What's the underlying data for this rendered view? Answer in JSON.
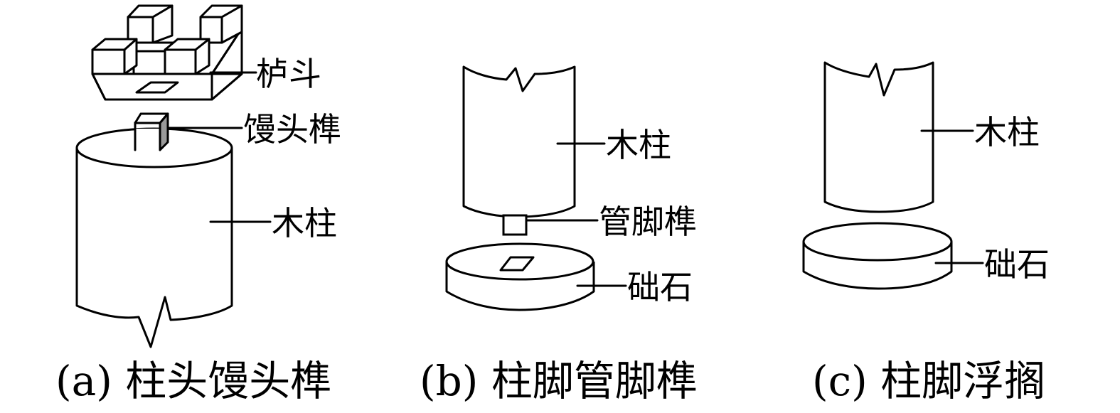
{
  "panel_a": {
    "caption": "(a) 柱头馒头榫",
    "labels": {
      "bracket": "栌斗",
      "tenon": "馒头榫",
      "column": "木柱"
    },
    "icons": {
      "bracket": "ludou-bracket-icon",
      "tenon": "tenon-icon",
      "column": "wooden-column-icon"
    }
  },
  "panel_b": {
    "caption": "(b) 柱脚管脚榫",
    "labels": {
      "column": "木柱",
      "tenon": "管脚榫",
      "base": "础石"
    },
    "icons": {
      "column": "wooden-column-icon",
      "tenon": "tenon-icon",
      "base": "plinth-stone-icon"
    }
  },
  "panel_c": {
    "caption": "(c) 柱脚浮搁",
    "labels": {
      "column": "木柱",
      "base": "础石"
    },
    "icons": {
      "column": "wooden-column-icon",
      "base": "plinth-stone-icon"
    }
  },
  "colors": {
    "stroke": "#000000",
    "fill": "#ffffff",
    "tenon_shade": "#9a9a9a"
  }
}
